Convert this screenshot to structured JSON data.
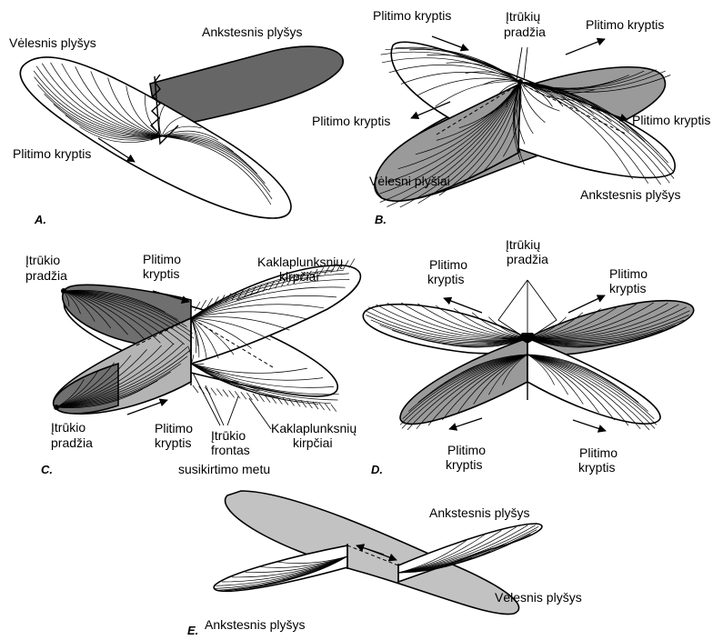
{
  "colors": {
    "shade": "#9a9a9a",
    "light_shade": "#c2c2c2",
    "dark_shade": "#6f6f6f",
    "line": "#000000",
    "background": "#ffffff"
  },
  "panels": {
    "A": {
      "letter": "A.",
      "later_fracture": "Vėlesnis plyšys",
      "earlier_fracture": "Ankstesnis plyšys",
      "propagation": "Plitimo kryptis"
    },
    "B": {
      "letter": "B.",
      "propagation_upper_left": "Plitimo kryptis",
      "rupture_origin": [
        "Įtrūkių",
        "pradžia"
      ],
      "propagation_upper_right": "Plitimo kryptis",
      "propagation_left": "Plitimo kryptis",
      "propagation_right": "Plitimo kryptis",
      "later_fractures": "Vėlesni plyšiai",
      "earlier_fracture": "Ankstesnis plyšys"
    },
    "C": {
      "letter": "C.",
      "origin_top": [
        "Įtrūkio",
        "pradžia"
      ],
      "propagation_top": [
        "Plitimo",
        "kryptis"
      ],
      "en_echelon_top": [
        "Kaklaplunksnių",
        "kirpčiai"
      ],
      "origin_bottom": [
        "Įtrūkio",
        "pradžia"
      ],
      "propagation_bottom": [
        "Plitimo",
        "kryptis"
      ],
      "front": [
        "Įtrūkio",
        "frontas",
        "susikirtimo metu"
      ],
      "en_echelon_bottom": [
        "Kaklaplunksnių",
        "kirpčiai"
      ]
    },
    "D": {
      "letter": "D.",
      "propagation_upper_left": [
        "Plitimo",
        "kryptis"
      ],
      "rupture_origin": [
        "Įtrūkių",
        "pradžia"
      ],
      "propagation_upper_right": [
        "Plitimo",
        "kryptis"
      ],
      "propagation_lower_left": [
        "Plitimo",
        "kryptis"
      ],
      "propagation_lower_right": [
        "Plitimo",
        "kryptis"
      ]
    },
    "E": {
      "letter": "E.",
      "earlier_fracture_top": "Ankstesnis plyšys",
      "later_fracture": "Vėlesnis plyšys",
      "earlier_fracture_bottom": "Ankstesnis plyšys"
    }
  }
}
